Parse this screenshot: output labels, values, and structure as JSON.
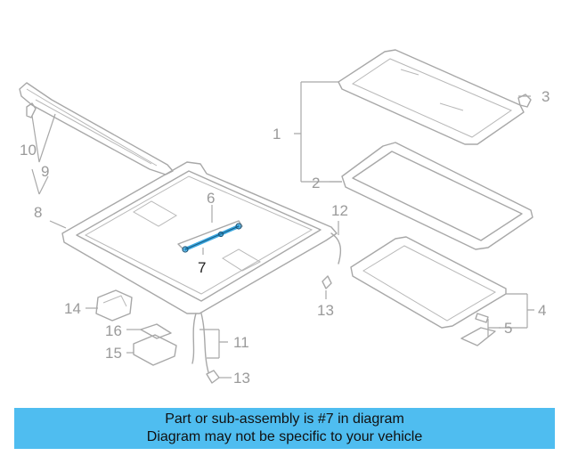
{
  "diagram": {
    "callouts": {
      "c1": "1",
      "c2": "2",
      "c3": "3",
      "c4": "4",
      "c5": "5",
      "c6": "6",
      "c7": "7",
      "c8": "8",
      "c9": "9",
      "c10": "10",
      "c11": "11",
      "c12": "12",
      "c13a": "13",
      "c13b": "13",
      "c14": "14",
      "c15": "15",
      "c16": "16"
    },
    "highlight_part": "7",
    "colors": {
      "highlight": "#3aa7e0",
      "parts": "#a8a8a8",
      "banner": "#4fbdf0"
    }
  },
  "banner": {
    "line1": "Part or sub-assembly is #7 in diagram",
    "line2": "Diagram may not be specific to your vehicle"
  }
}
